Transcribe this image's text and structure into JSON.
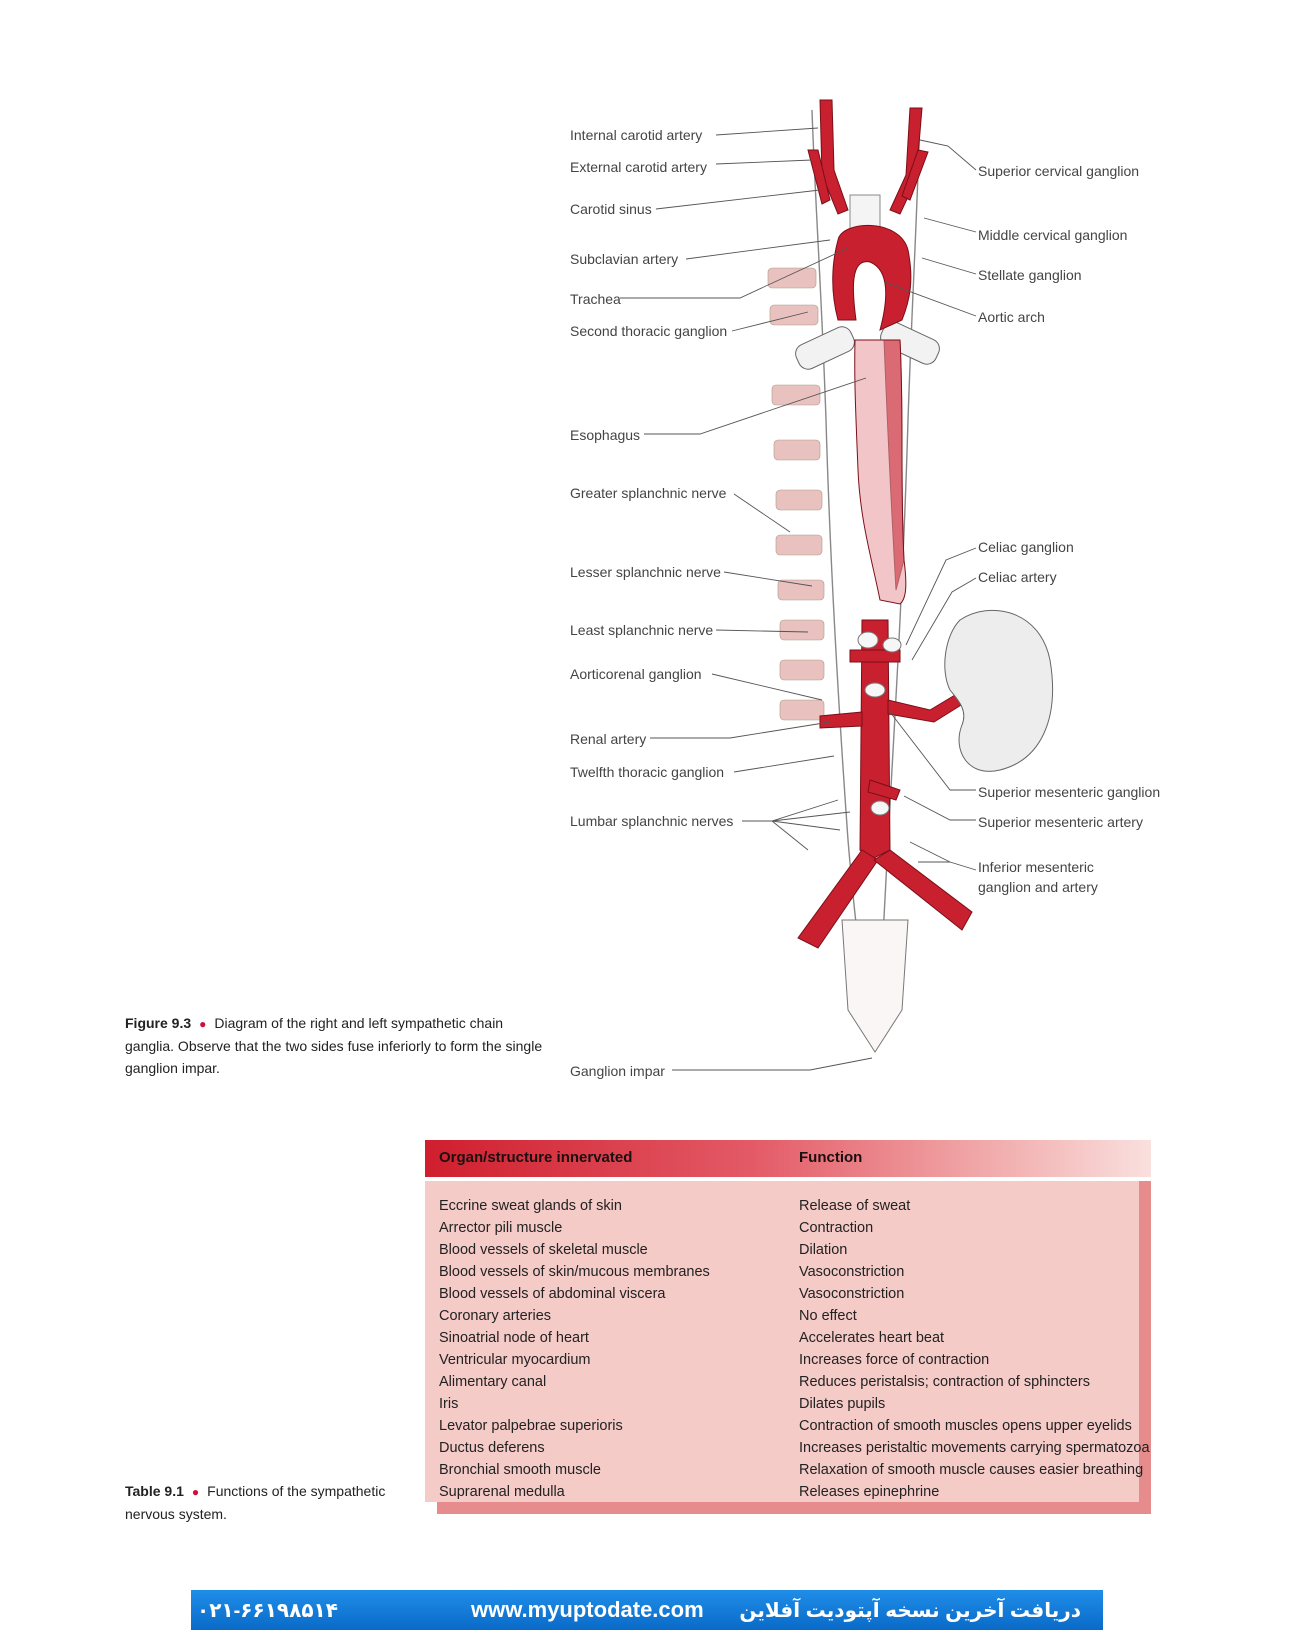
{
  "figure": {
    "labels_left": [
      "Internal carotid artery",
      "External carotid artery",
      "Carotid sinus",
      "Subclavian artery",
      "Trachea",
      "Second thoracic ganglion",
      "Esophagus",
      "Greater  splanchnic nerve",
      "Lesser splanchnic nerve",
      "Least splanchnic nerve",
      "Aorticorenal ganglion",
      "Renal artery",
      "Twelfth thoracic ganglion",
      "Lumbar splanchnic nerves",
      "Ganglion impar"
    ],
    "labels_right": [
      "Superior cervical ganglion",
      "Middle cervical ganglion",
      "Stellate ganglion",
      "Aortic arch",
      "Celiac ganglion",
      "Celiac artery",
      "Superior mesenteric ganglion",
      "Superior mesenteric artery",
      "Inferior mesenteric",
      "ganglion and artery"
    ],
    "caption_number": "Figure 9.3",
    "caption_text": "Diagram of the right and left sympathetic chain ganglia. Observe that the two sides fuse inferiorly to form the single ganglion impar."
  },
  "table": {
    "header_organ": "Organ/structure innervated",
    "header_function": "Function",
    "rows": [
      {
        "organ": "Eccrine sweat glands of skin",
        "function": "Release of sweat"
      },
      {
        "organ": "Arrector pili muscle",
        "function": "Contraction"
      },
      {
        "organ": "Blood vessels of skeletal muscle",
        "function": "Dilation"
      },
      {
        "organ": "Blood vessels of skin/mucous membranes",
        "function": "Vasoconstriction"
      },
      {
        "organ": "Blood vessels of abdominal viscera",
        "function": "Vasoconstriction"
      },
      {
        "organ": "Coronary arteries",
        "function": "No effect"
      },
      {
        "organ": "Sinoatrial node of heart",
        "function": "Accelerates heart beat"
      },
      {
        "organ": "Ventricular myocardium",
        "function": "Increases force of contraction"
      },
      {
        "organ": "Alimentary canal",
        "function": "Reduces peristalsis; contraction of sphincters"
      },
      {
        "organ": "Iris",
        "function": "Dilates pupils"
      },
      {
        "organ": "Levator palpebrae superioris",
        "function": "Contraction of smooth muscles opens upper eyelids"
      },
      {
        "organ": "Ductus deferens",
        "function": "Increases peristaltic movements carrying spermatozoa"
      },
      {
        "organ": "Bronchial smooth muscle",
        "function": "Relaxation of smooth muscle causes easier breathing"
      },
      {
        "organ": "Suprarenal medulla",
        "function": "Releases epinephrine"
      }
    ],
    "caption_number": "Table 9.1",
    "caption_text": "Functions of the sympathetic nervous system."
  },
  "banner": {
    "phone": "۰۲۱-۶۶۱۹۸۵۱۴",
    "url": "www.myuptodate.com",
    "rtl_text": "دریافت آخرین نسخه آپتودیت آفلاین"
  },
  "colors": {
    "artery_red": "#c8202f",
    "table_header": "#d01e2e",
    "table_body": "#f5cbc8",
    "banner_blue": "#0a6ac8",
    "caption_dot": "#d0103a"
  }
}
